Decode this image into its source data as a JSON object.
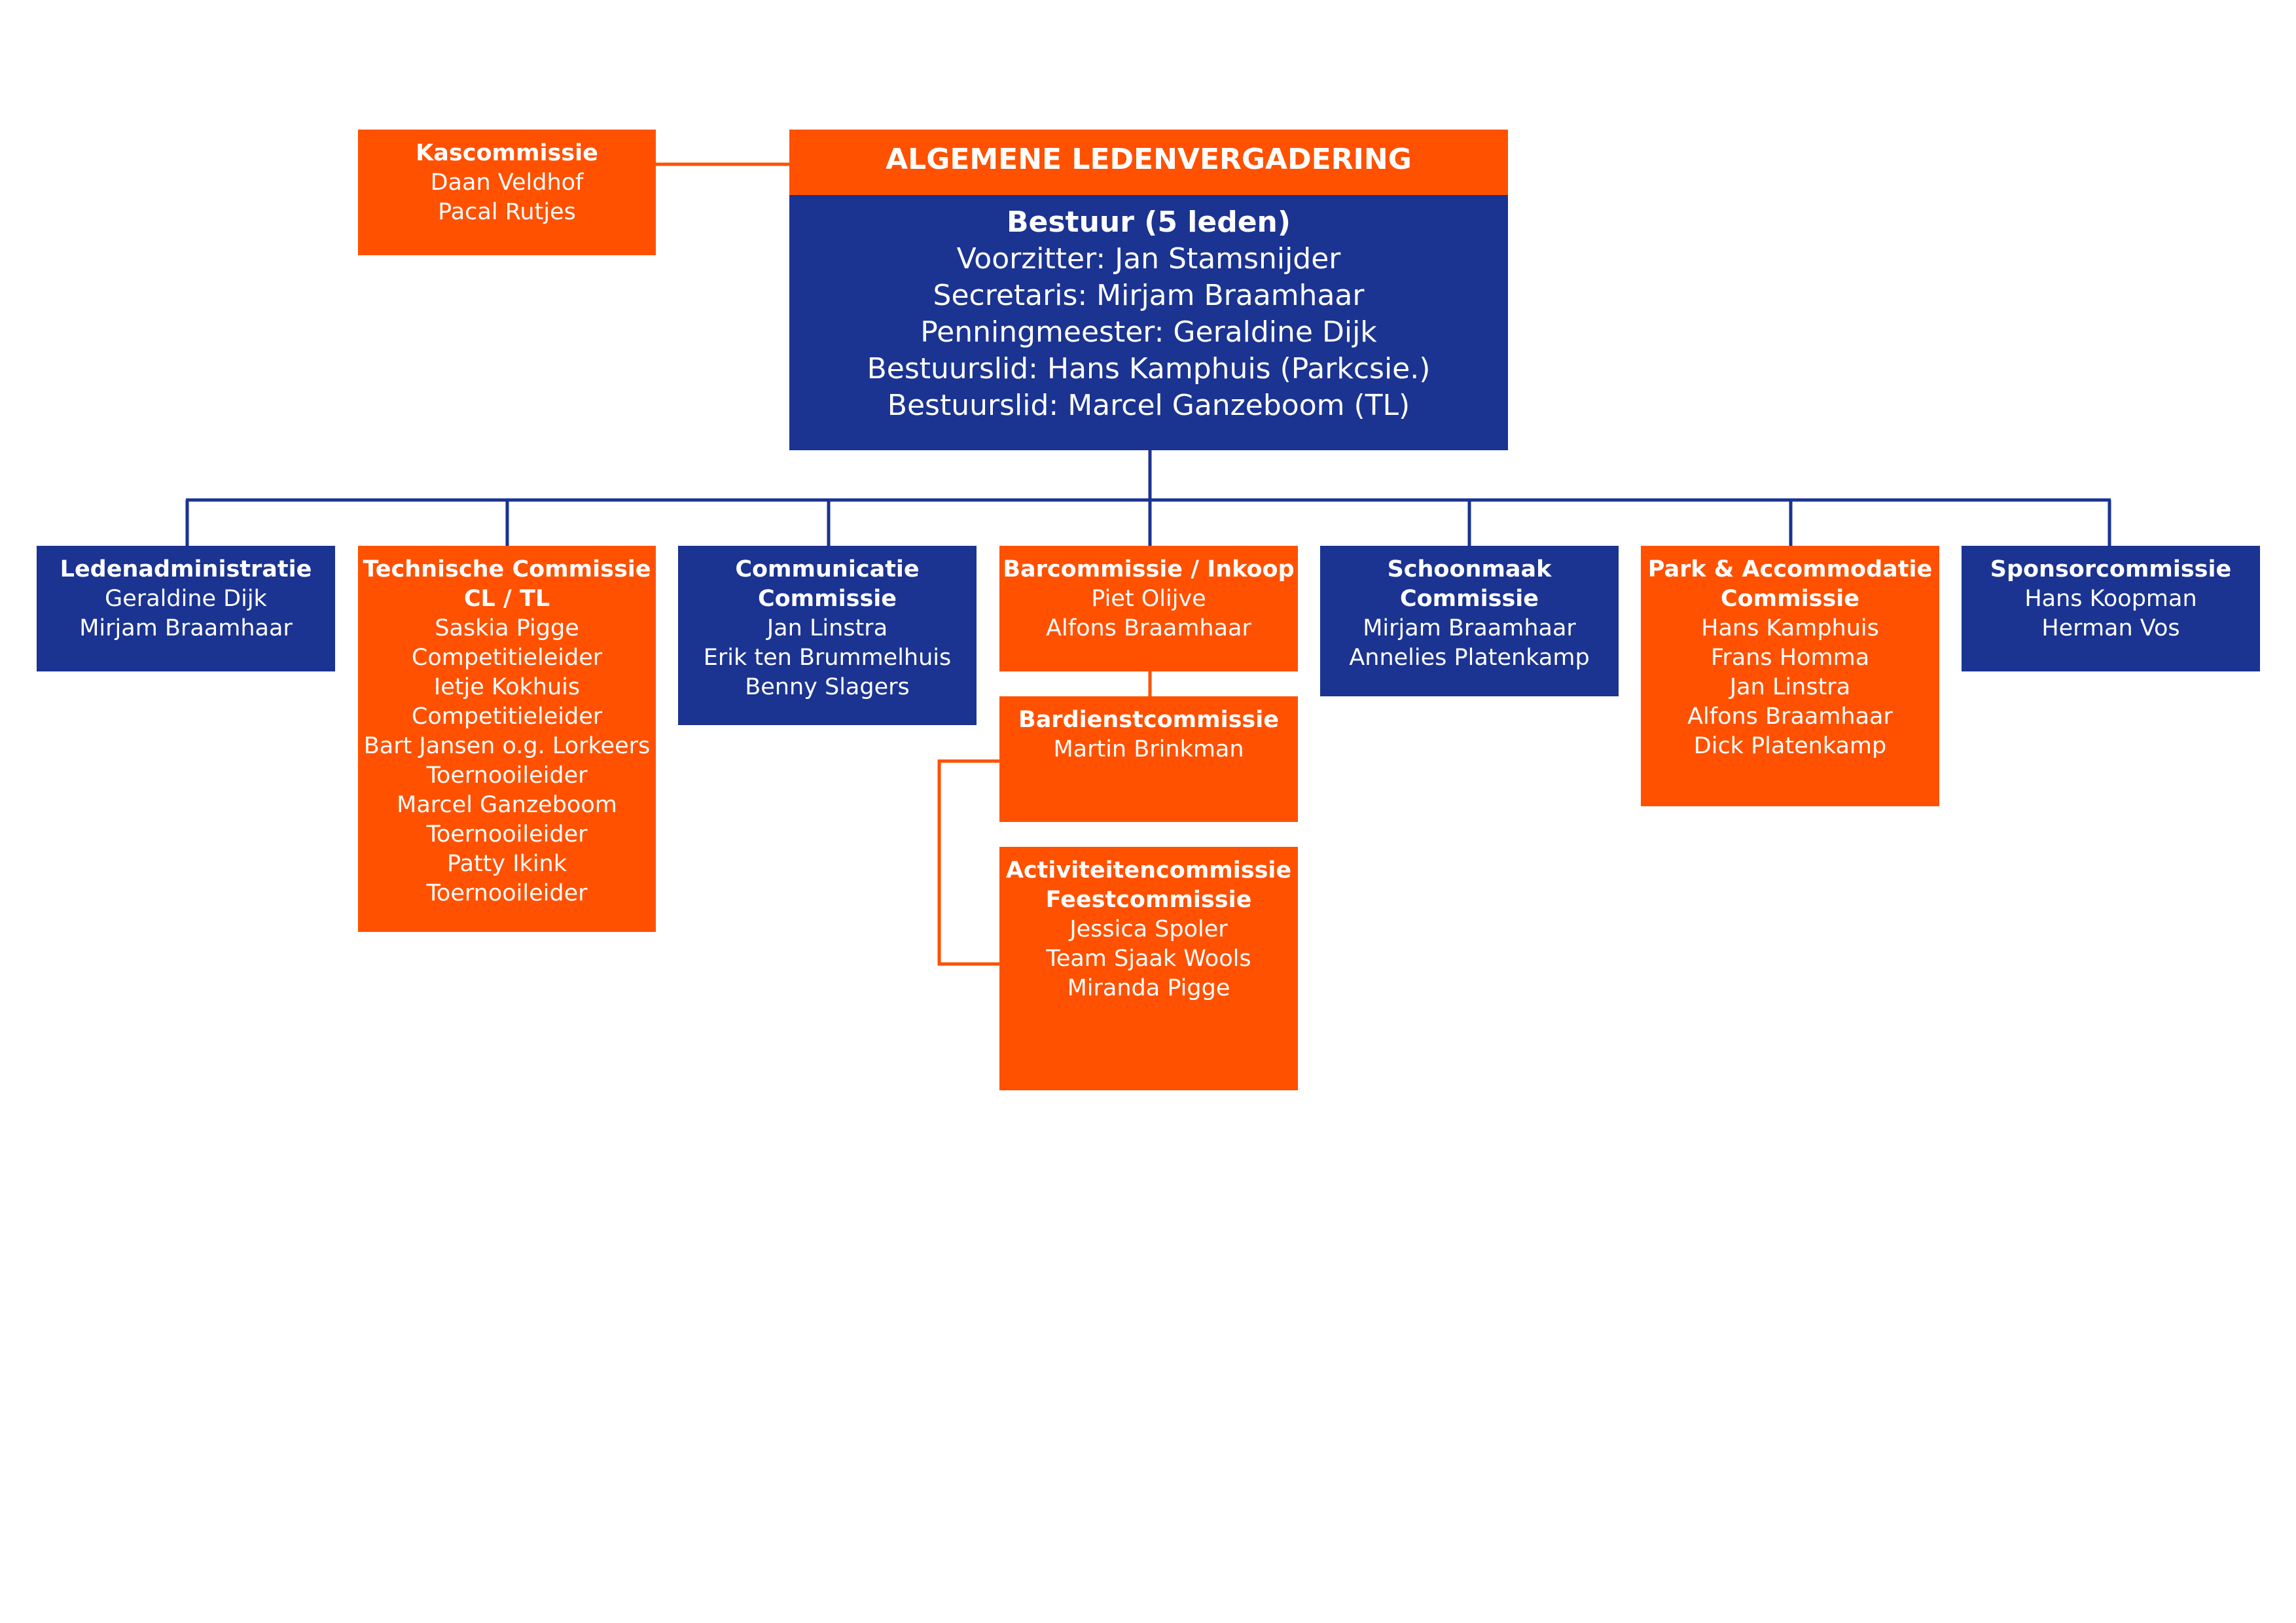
{
  "colors": {
    "orange": "#ff5100",
    "blue": "#1b3391"
  },
  "top": {
    "title": "ALGEMENE LEDENVERGADERING"
  },
  "bestuur": {
    "title": "Bestuur (5 leden)",
    "members": [
      "Voorzitter: Jan Stamsnijder",
      "Secretaris: Mirjam Braamhaar",
      "Penningmeester: Geraldine Dijk",
      "Bestuurslid: Hans Kamphuis (Parkcsie.)",
      "Bestuurslid: Marcel Ganzeboom (TL)"
    ]
  },
  "kascommissie": {
    "title": "Kascommissie",
    "members": [
      "Daan Veldhof",
      "Pacal Rutjes"
    ]
  },
  "commissions": [
    {
      "id": "ledenadministratie",
      "color": "blue",
      "title_lines": [
        "Ledenadministratie"
      ],
      "members": [
        "Geraldine Dijk",
        "Mirjam Braamhaar"
      ]
    },
    {
      "id": "technische-commissie",
      "color": "orange",
      "title_lines": [
        "Technische Commissie",
        "CL / TL"
      ],
      "members": [
        "Saskia Pigge",
        "Competitieleider",
        "Ietje Kokhuis",
        "Competitieleider",
        "Bart Jansen o.g. Lorkeers",
        "Toernooileider",
        "Marcel Ganzeboom",
        "Toernooileider",
        "Patty Ikink",
        "Toernooileider"
      ]
    },
    {
      "id": "communicatie-commissie",
      "color": "blue",
      "title_lines": [
        "Communicatie",
        "Commissie"
      ],
      "members": [
        "Jan Linstra",
        "Erik ten Brummelhuis",
        "Benny Slagers"
      ]
    },
    {
      "id": "barcommissie",
      "color": "orange",
      "title_lines": [
        "Barcommissie / Inkoop"
      ],
      "members": [
        "Piet Olijve",
        "Alfons Braamhaar"
      ]
    },
    {
      "id": "schoonmaak-commissie",
      "color": "blue",
      "title_lines": [
        "Schoonmaak",
        "Commissie"
      ],
      "members": [
        "Mirjam Braamhaar",
        "Annelies Platenkamp"
      ]
    },
    {
      "id": "park-accommodatie-commissie",
      "color": "orange",
      "title_lines": [
        "Park & Accommodatie",
        "Commissie"
      ],
      "members": [
        "Hans Kamphuis",
        "Frans Homma",
        "Jan Linstra",
        "Alfons Braamhaar",
        "Dick Platenkamp"
      ]
    },
    {
      "id": "sponsorcommissie",
      "color": "blue",
      "title_lines": [
        "Sponsorcommissie"
      ],
      "members": [
        "Hans Koopman",
        "Herman Vos"
      ]
    }
  ],
  "bardienstcommissie": {
    "title_lines": [
      "Bardienstcommissie"
    ],
    "members": [
      "Martin Brinkman"
    ]
  },
  "activiteitencommissie": {
    "title_lines": [
      "Activiteitencommissie",
      "Feestcommissie"
    ],
    "members": [
      "Jessica Spoler",
      "Team Sjaak Wools",
      "Miranda Pigge"
    ]
  }
}
